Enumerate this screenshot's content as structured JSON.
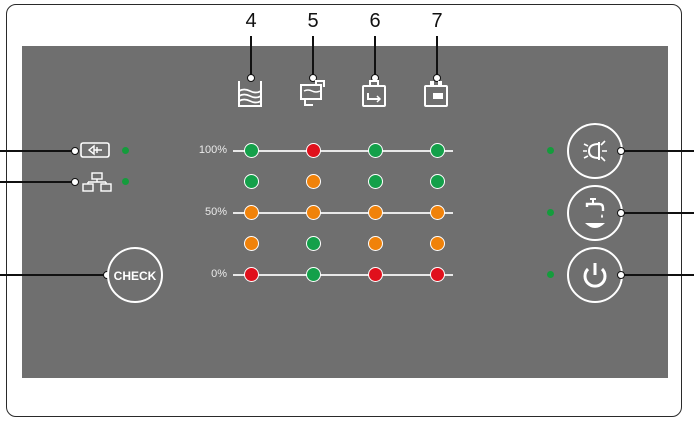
{
  "tanks": [
    {
      "number": "4",
      "icon": "fresh-water-tank-icon"
    },
    {
      "number": "5",
      "icon": "grey-water-tank-icon"
    },
    {
      "number": "6",
      "icon": "black-water-tank-icon"
    },
    {
      "number": "7",
      "icon": "battery-icon"
    }
  ],
  "levels": [
    "100%",
    "",
    "50%",
    "",
    "0%"
  ],
  "led_grid": [
    [
      "green",
      "red",
      "green",
      "green"
    ],
    [
      "green",
      "orange",
      "green",
      "green"
    ],
    [
      "orange",
      "orange",
      "orange",
      "orange"
    ],
    [
      "orange",
      "green",
      "orange",
      "orange"
    ],
    [
      "red",
      "green",
      "red",
      "red"
    ]
  ],
  "left_indicators": [
    {
      "icon": "mains-plug-icon",
      "status": "green"
    },
    {
      "icon": "network-icon",
      "status": "green"
    }
  ],
  "check_button": {
    "label": "CHECK"
  },
  "right_buttons": [
    {
      "icon": "light-icon",
      "status": "green"
    },
    {
      "icon": "water-pump-icon",
      "status": "green"
    },
    {
      "icon": "power-icon",
      "status": "green"
    }
  ],
  "colors": {
    "panel": "#6f6f6f",
    "green": "#14a04a",
    "red": "#e0101c",
    "orange": "#f0820a"
  }
}
